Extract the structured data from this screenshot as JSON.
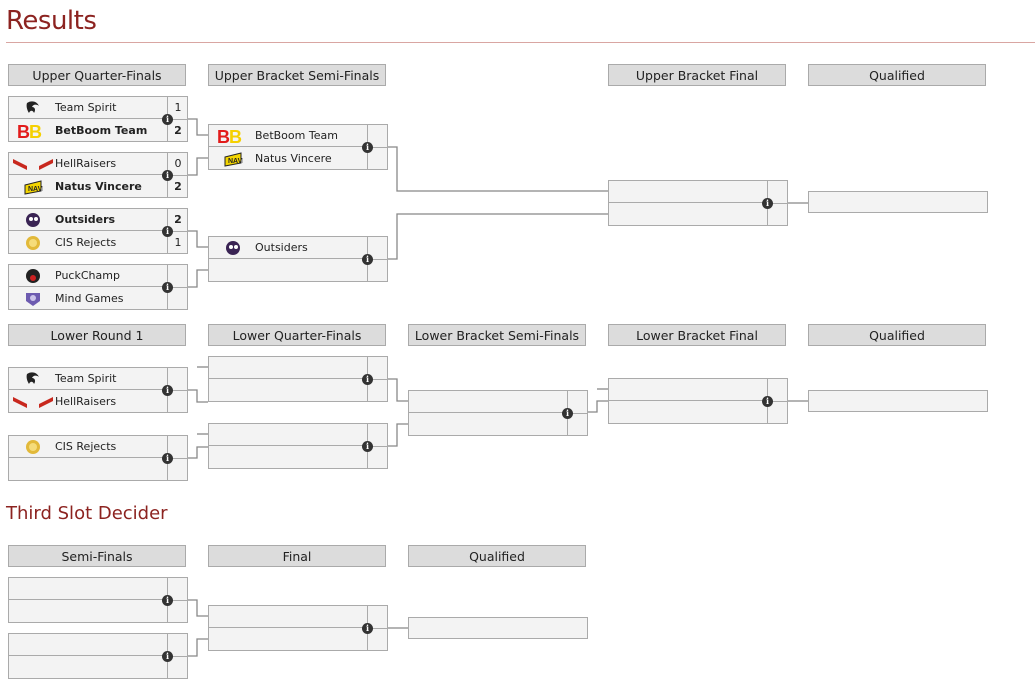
{
  "title": "Results",
  "section2_title": "Third Slot Decider",
  "headers": {
    "uqf": "Upper Quarter-Finals",
    "ubsf": "Upper Bracket Semi-Finals",
    "ubf": "Upper Bracket Final",
    "q1": "Qualified",
    "lr1": "Lower Round 1",
    "lqf": "Lower Quarter-Finals",
    "lbsf": "Lower Bracket Semi-Finals",
    "lbf": "Lower Bracket Final",
    "q2": "Qualified",
    "sf": "Semi-Finals",
    "final": "Final",
    "q3": "Qualified"
  },
  "upper_qf": [
    {
      "top": {
        "name": "Team Spirit",
        "score": "1",
        "logo": "spirit-logo"
      },
      "bottom": {
        "name": "BetBoom Team",
        "score": "2",
        "logo": "betboom-logo",
        "win": true
      }
    },
    {
      "top": {
        "name": "HellRaisers",
        "score": "0",
        "logo": "hellraisers-logo"
      },
      "bottom": {
        "name": "Natus Vincere",
        "score": "2",
        "logo": "navi-logo",
        "win": true
      }
    },
    {
      "top": {
        "name": "Outsiders",
        "score": "2",
        "logo": "outsiders-logo",
        "win": true
      },
      "bottom": {
        "name": "CIS Rejects",
        "score": "1",
        "logo": "cis-logo"
      }
    },
    {
      "top": {
        "name": "PuckChamp",
        "score": "",
        "logo": "puckchamp-logo"
      },
      "bottom": {
        "name": "Mind Games",
        "score": "",
        "logo": "mindgames-logo"
      }
    }
  ],
  "upper_sf": [
    {
      "top": {
        "name": "BetBoom Team",
        "logo": "betboom-logo"
      },
      "bottom": {
        "name": "Natus Vincere",
        "logo": "navi-logo"
      }
    },
    {
      "top": {
        "name": "Outsiders",
        "logo": "outsiders-logo"
      },
      "bottom": {
        "name": ""
      }
    }
  ],
  "lower_r1": [
    {
      "top": {
        "name": "Team Spirit",
        "logo": "spirit-logo"
      },
      "bottom": {
        "name": "HellRaisers",
        "logo": "hellraisers-logo"
      }
    },
    {
      "top": {
        "name": "CIS Rejects",
        "logo": "cis-logo"
      },
      "bottom": {
        "name": ""
      }
    }
  ],
  "info_glyph": "i"
}
